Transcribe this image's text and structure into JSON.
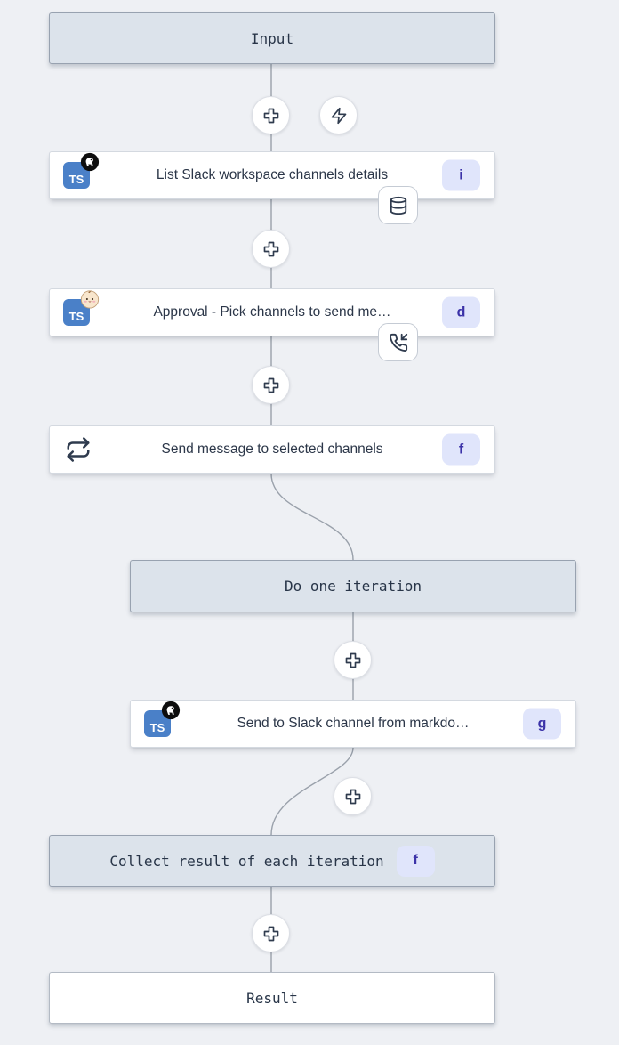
{
  "page": {
    "background": "#eef0f4",
    "app": "flow-editor-graph"
  },
  "colors": {
    "virtual_box_bg": "#dce3eb",
    "virtual_box_border": "#98a2b0",
    "node_bg": "#ffffff",
    "node_border": "#d4d9e0",
    "edge": "#9aa1ab",
    "icon_stroke": "#2f3b4e",
    "id_badge_bg": "#e0e5fb",
    "id_badge_text": "#3b32a8",
    "typescript_blue": "#4a80c8",
    "deno_black": "#0d0d0d",
    "bun_cream": "#f8e6cd"
  },
  "flow": {
    "ts_icon_text": "TS",
    "input": {
      "label": "Input"
    },
    "steps": [
      {
        "label": "List Slack workspace channels details",
        "id_badge": "i",
        "lang": "typescript-deno",
        "attachment": "database-icon"
      },
      {
        "label": "Approval - Pick channels to send me…",
        "id_badge": "d",
        "lang": "typescript-bun",
        "attachment": "phone-incoming-icon"
      },
      {
        "label": "Send message to selected channels",
        "id_badge": "f",
        "kind": "forloop"
      },
      {
        "label": "Send to Slack channel from markdo…",
        "id_badge": "g",
        "lang": "typescript-deno"
      }
    ],
    "iteration": {
      "label": "Do one iteration"
    },
    "collect": {
      "label": "Collect result of each iteration",
      "id_badge": "f"
    },
    "result": {
      "label": "Result"
    }
  }
}
